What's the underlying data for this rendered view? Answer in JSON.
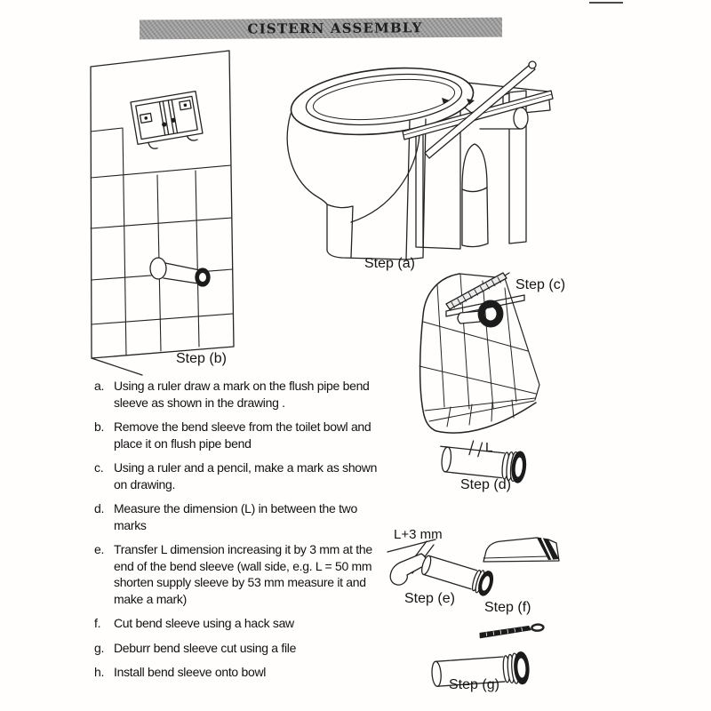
{
  "page": {
    "title": "CISTERN ASSEMBLY"
  },
  "colors": {
    "ink": "#232323",
    "banner_gray": "#a6a6a6",
    "ring_black": "#1b1b1b",
    "paper": "#fffefd"
  },
  "steps": {
    "a": {
      "label": "Step (a)"
    },
    "b": {
      "label": "Step (b)"
    },
    "c": {
      "label": "Step (c)"
    },
    "d": {
      "label": "Step (d)"
    },
    "e": {
      "label": "Step (e)"
    },
    "f": {
      "label": "Step (f)"
    },
    "g": {
      "label": "Step (g)"
    }
  },
  "annotations": {
    "length": "L",
    "length_plus": "L+3 mm"
  },
  "instructions": [
    {
      "letter": "a.",
      "text": "Using a ruler draw a mark on the flush pipe bend sleeve as shown in the drawing ."
    },
    {
      "letter": "b.",
      "text": "Remove the bend sleeve from the toilet bowl and place it on flush pipe bend"
    },
    {
      "letter": "c.",
      "text": "Using a ruler and a pencil, make a mark as shown on drawing."
    },
    {
      "letter": "d.",
      "text": "Measure the dimension (L) in between the two marks"
    },
    {
      "letter": "e.",
      "text": "Transfer L dimension increasing it by 3 mm at the end of the bend sleeve (wall side, e.g. L = 50 mm shorten supply sleeve by 53 mm  measure it and make a mark)"
    },
    {
      "letter": "f.",
      "text": "Cut bend sleeve using a hack saw"
    },
    {
      "letter": "g.",
      "text": "Deburr bend sleeve cut using a file"
    },
    {
      "letter": "h.",
      "text": "Install bend sleeve onto bowl"
    }
  ]
}
